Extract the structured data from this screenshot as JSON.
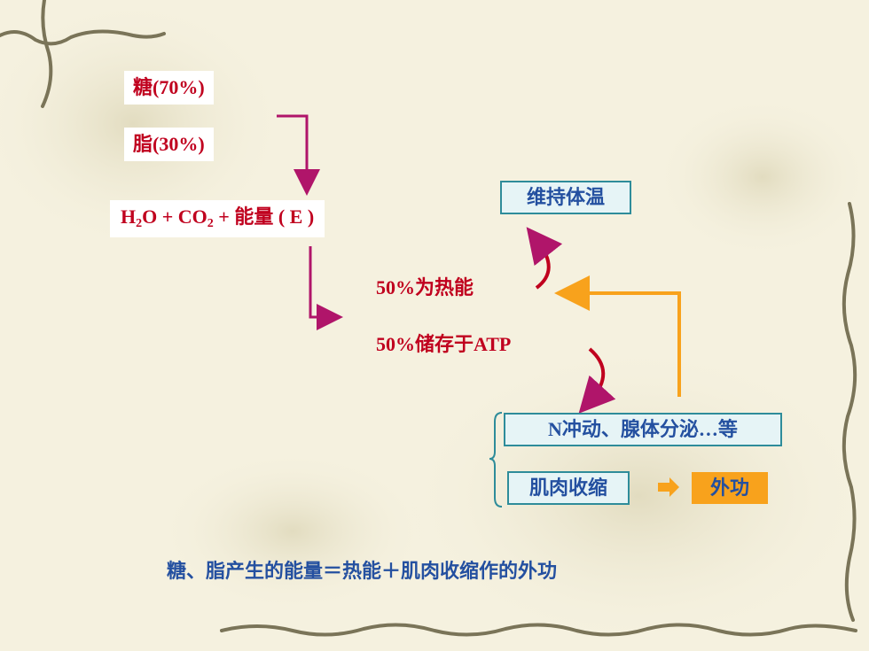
{
  "inputs": {
    "sugar": "糖(70%)",
    "fat": "脂(30%)"
  },
  "products": {
    "h": "H",
    "sub2a": "2",
    "o_plus_co": "O + CO",
    "sub2b": "2",
    "energy": " + 能量 ( E )"
  },
  "split": {
    "heat": "50%为热能",
    "atp": "50%储存于ATP"
  },
  "uses": {
    "body_temp": "维持体温",
    "nerve_gland": "N冲动、腺体分泌…等",
    "muscle": "肌肉收缩",
    "external_work": "外功"
  },
  "summary": "糖、脂产生的能量＝热能＋肌肉收缩作的外功",
  "colors": {
    "red_text": "#c0001e",
    "blue_text": "#2450a0",
    "arrow_magenta": "#b0156a",
    "arrow_orange": "#f8a21c",
    "box_border": "#2e8c9a"
  }
}
